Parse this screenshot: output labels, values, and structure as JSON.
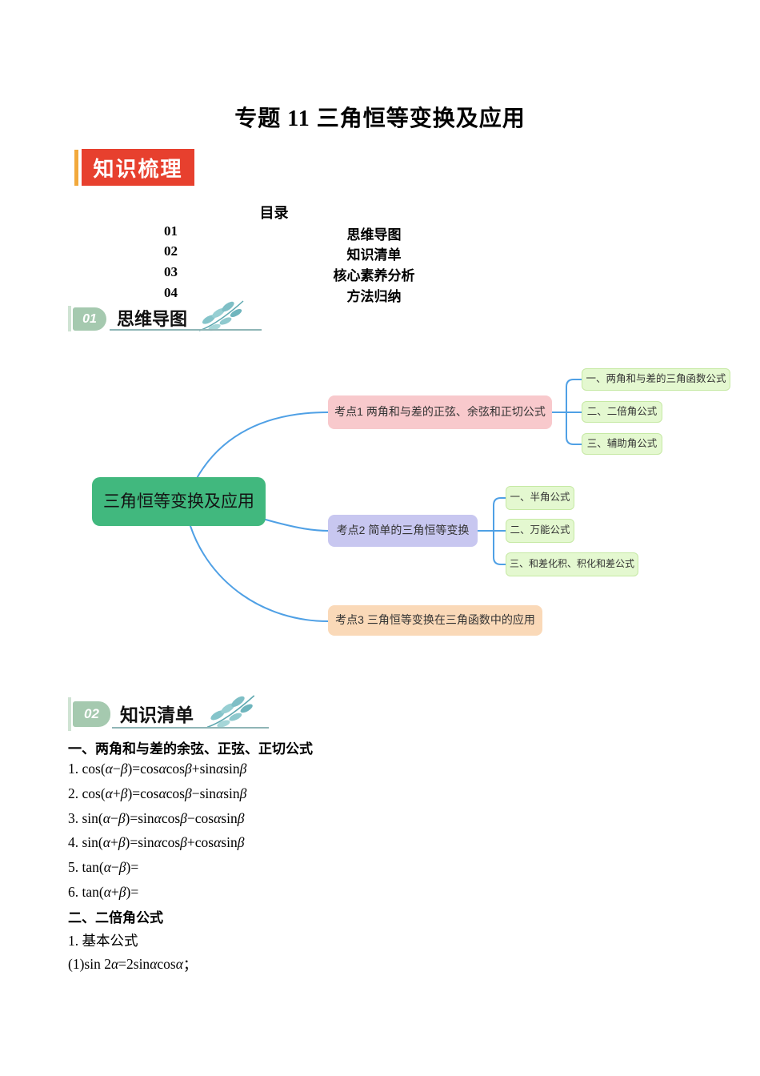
{
  "page_title": "专题 11 三角恒等变换及应用",
  "ribbon": {
    "label": "知识梳理"
  },
  "toc": {
    "heading": "目录",
    "items": [
      {
        "num": "01",
        "label": "思维导图"
      },
      {
        "num": "02",
        "label": "知识清单"
      },
      {
        "num": "03",
        "label": "核心素养分析"
      },
      {
        "num": "04",
        "label": "方法归纳"
      }
    ]
  },
  "section1": {
    "num": "01",
    "title": "思维导图"
  },
  "section2": {
    "num": "02",
    "title": "知识清单"
  },
  "mindmap": {
    "root": "三角恒等变换及应用",
    "branch1": {
      "label": "考点1 两角和与差的正弦、余弦和正切公式",
      "children": [
        "一、两角和与差的三角函数公式",
        "二、二倍角公式",
        "三、辅助角公式"
      ]
    },
    "branch2": {
      "label": "考点2 简单的三角恒等变换",
      "children": [
        "一、半角公式",
        "二、万能公式",
        "三、和差化积、积化和差公式"
      ]
    },
    "branch3": {
      "label": "考点3 三角恒等变换在三角函数中的应用"
    }
  },
  "content": {
    "heading1": "一、两角和与差的余弦、正弦、正切公式",
    "formulas": [
      "1. cos(α−β)=cosαcosβ+sinαsinβ",
      "2. cos(α+β)=cosαcosβ−sinαsinβ",
      "3. sin(α−β)=sinαcosβ−cosαsinβ",
      "4. sin(α+β)=sinαcosβ+cosαsinβ",
      "5. tan(α−β)=",
      "6. tan(α+β)="
    ],
    "heading2": "二、二倍角公式",
    "sub_item": "1. 基本公式",
    "double_angle_line": "(1)sin 2α=2sinαcosα；"
  },
  "colors": {
    "ribbon_red": "#e7402e",
    "ribbon_yellow": "#f2a93c",
    "section_badge_green": "#a5c9af",
    "leaf_teal": "#8fc9ce",
    "connector_blue": "#4fa0e5",
    "root_node_green": "#41b87e",
    "branch1_pink": "#f8c9cc",
    "branch2_purple": "#c8c7f0",
    "branch3_orange": "#fad9b8",
    "child_node_green": "#e4f8d0"
  }
}
